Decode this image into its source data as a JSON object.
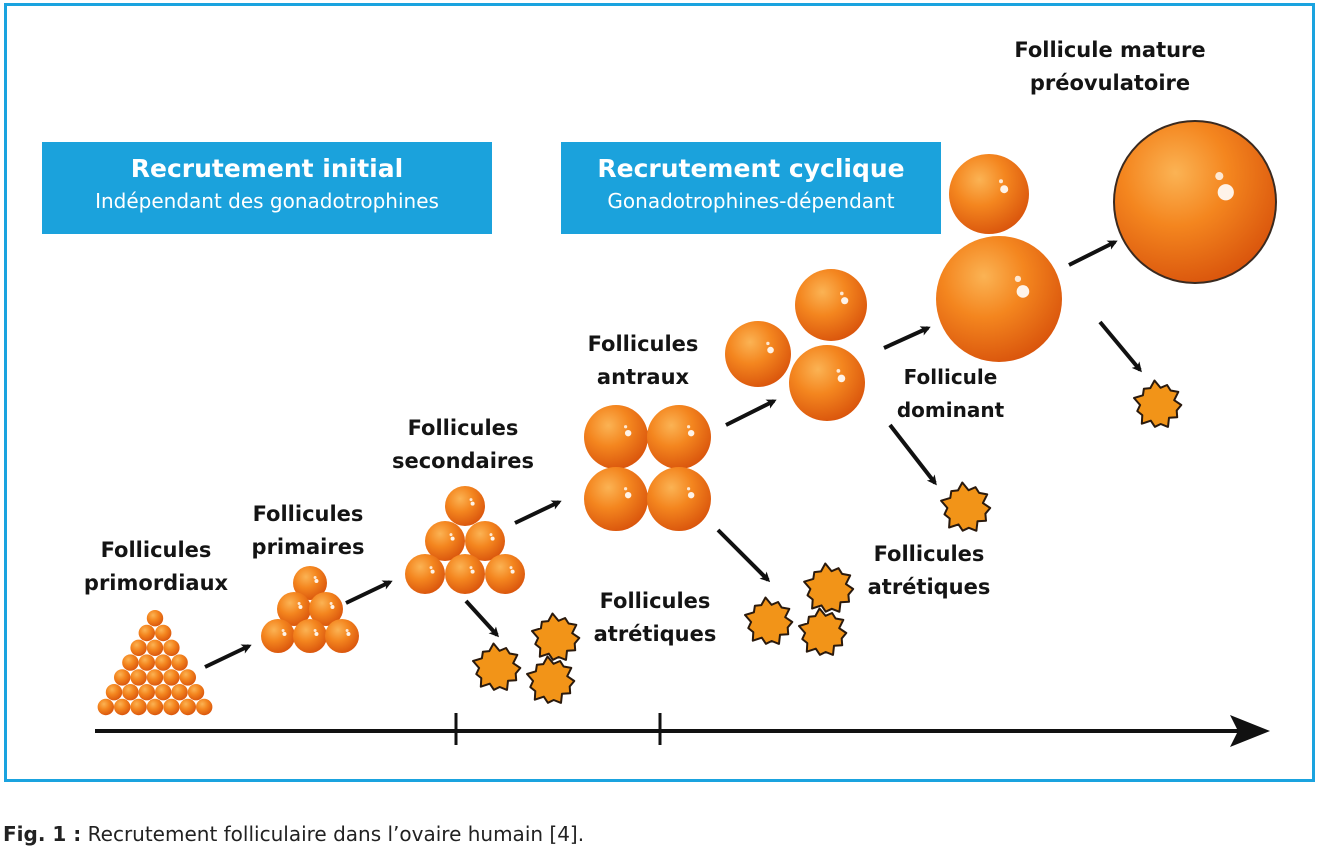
{
  "boxes": {
    "initial": {
      "title": "Recrutement initial",
      "subtitle": "Indépendant des gonadotrophines"
    },
    "cyclic": {
      "title": "Recrutement cyclique",
      "subtitle": "Gonadotrophines-dépendant"
    }
  },
  "stages": {
    "primordial": [
      "Follicules",
      "primordiaux"
    ],
    "primary": [
      "Follicules",
      "primaires"
    ],
    "secondary": [
      "Follicules",
      "secondaires"
    ],
    "antral": [
      "Follicules",
      "antraux"
    ],
    "dominant": [
      "Follicule",
      "dominant"
    ],
    "mature": [
      "Follicule mature",
      "préovulatoire"
    ],
    "atretic_1": [
      "Follicules",
      "atrétiques"
    ],
    "atretic_2": [
      "Follicules",
      "atrétiques"
    ]
  },
  "caption": {
    "prefix": "Fig. 1 :",
    "text": " Recrutement folliculaire dans l’ovaire humain [4]."
  },
  "colors": {
    "accent_box": "#1ba2dc",
    "follicle": "#f07d1c",
    "follicle_light": "#f9a94a",
    "follicle_dark": "#d9560c",
    "atretic": "#f29418"
  }
}
